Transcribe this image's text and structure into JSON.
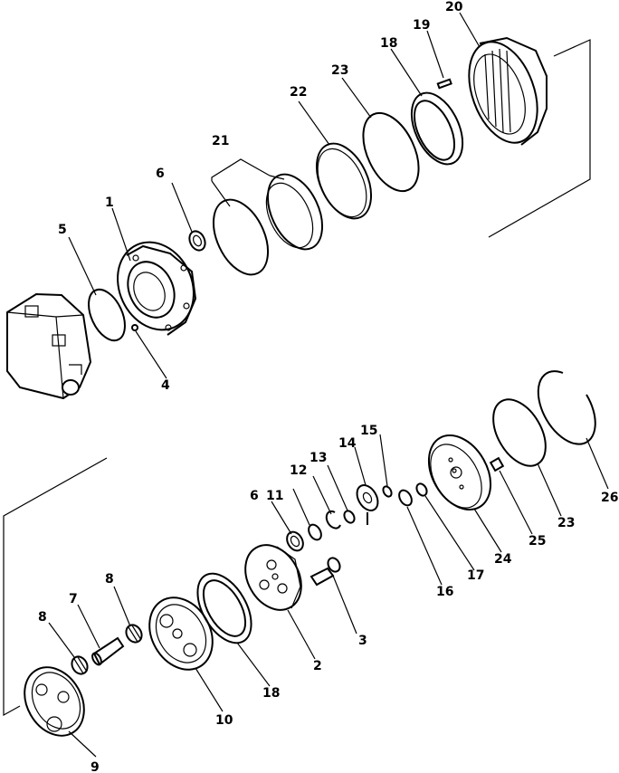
{
  "callouts": {
    "c1": "1",
    "c2": "2",
    "c3": "3",
    "c4": "4",
    "c5": "5",
    "c6a": "6",
    "c6b": "6",
    "c7": "7",
    "c8a": "8",
    "c8b": "8",
    "c9": "9",
    "c10": "10",
    "c11": "11",
    "c12": "12",
    "c13": "13",
    "c14": "14",
    "c15": "15",
    "c16": "16",
    "c17": "17",
    "c18a": "18",
    "c18b": "18",
    "c19": "19",
    "c20": "20",
    "c21": "21",
    "c22": "22",
    "c23a": "23",
    "c23b": "23",
    "c24": "24",
    "c25": "25",
    "c26": "26"
  }
}
